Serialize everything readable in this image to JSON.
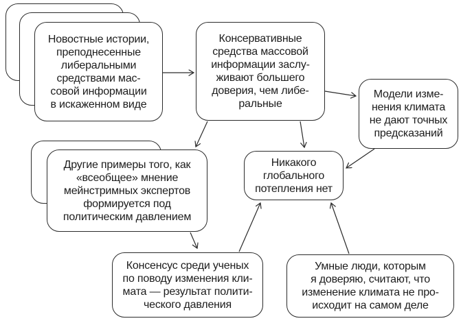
{
  "diagram": {
    "title": "belief-network-concept-map",
    "background_color": "#ffffff",
    "stroke_color": "#2a2a2a",
    "text_color": "#1c1c1c",
    "nodes": [
      {
        "id": "news-stories",
        "stacked_cards": 3,
        "text": "Новостные истории,\nпреподнесенные\nлиберальными\nсредствами мас-\nсовой информации\nв искаженном виде"
      },
      {
        "id": "conservative-media",
        "stacked_cards": 1,
        "text": "Консервативные\nсредства массовой\nинформации заслу-\nживают большего\nдоверия, чем либе-\nральные"
      },
      {
        "id": "climate-models",
        "stacked_cards": 1,
        "text": "Модели изме-\nнения климата\nне дают точных\nпредсказаний"
      },
      {
        "id": "no-global-warming",
        "stacked_cards": 1,
        "text": "Никакого\nглобального\nпотепления нет"
      },
      {
        "id": "other-examples",
        "stacked_cards": 2,
        "text": "Другие примеры того, как\n«всеобщее» мнение\nмейнстримных экспертов\nформируется под\nполитическим давлением"
      },
      {
        "id": "consensus-pressure",
        "stacked_cards": 1,
        "text": "Консенсус среди ученых\nпо поводу изменения кли-\nмата — результат полити-\nческого давления"
      },
      {
        "id": "smart-people",
        "stacked_cards": 1,
        "text": "Умные люди, которым\nя доверяю, считают, что\nизменение климата не про-\nисходит на самом деле"
      }
    ],
    "edges": [
      {
        "from": "news-stories",
        "to": "conservative-media"
      },
      {
        "from": "conservative-media",
        "to": "climate-models"
      },
      {
        "from": "conservative-media",
        "to": "other-examples"
      },
      {
        "from": "conservative-media",
        "to": "no-global-warming"
      },
      {
        "from": "climate-models",
        "to": "no-global-warming"
      },
      {
        "from": "other-examples",
        "to": "consensus-pressure"
      },
      {
        "from": "consensus-pressure",
        "to": "no-global-warming"
      },
      {
        "from": "smart-people",
        "to": "no-global-warming"
      }
    ]
  }
}
